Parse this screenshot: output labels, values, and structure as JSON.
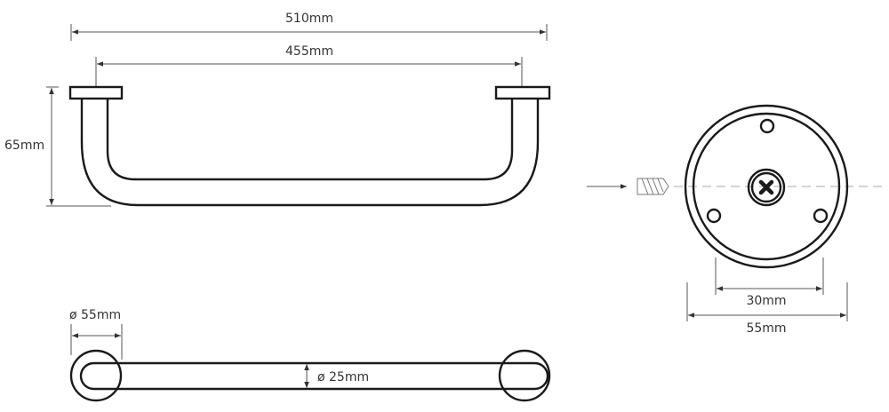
{
  "dimensions": {
    "overall_length": "510mm",
    "center_distance": "455mm",
    "projection": "65mm",
    "flange_diameter": "ø 55mm",
    "tube_diameter": "ø 25mm",
    "hole_spacing": "30mm",
    "flange_width": "55mm"
  },
  "colors": {
    "line": "#1a1a1a",
    "dimension": "#555555"
  }
}
